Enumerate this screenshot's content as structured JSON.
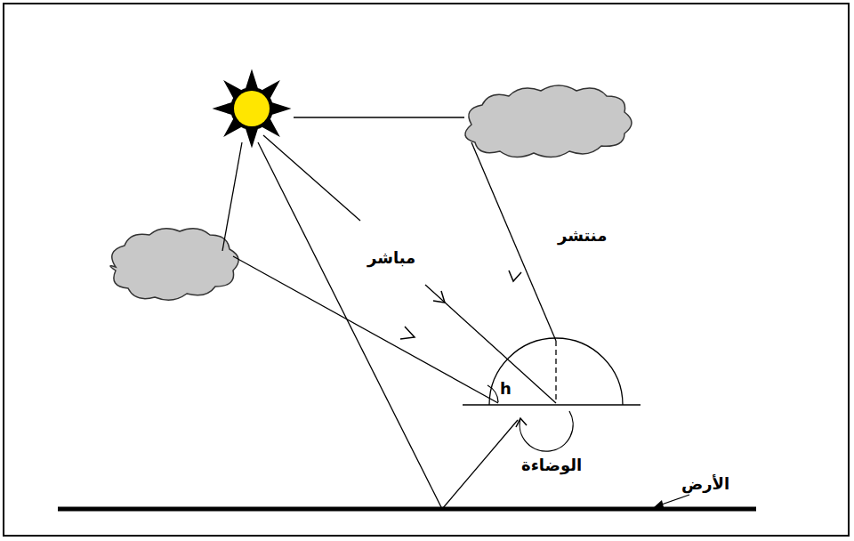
{
  "diagram": {
    "labels": [
      "مباشر",
      "منتشر",
      "h",
      "الوضاءة",
      "الأرض"
    ]
  }
}
